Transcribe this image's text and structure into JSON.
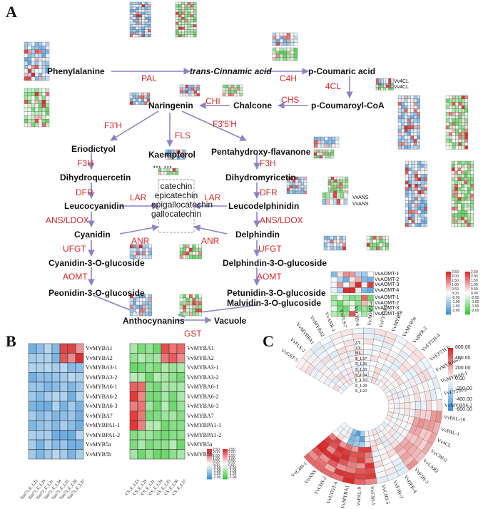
{
  "panels": {
    "a": "A",
    "b": "B",
    "c": "C"
  },
  "metabolites": {
    "phenylalanine": "Phenylalanine",
    "cinnamic": "trans-Cinnamic acid",
    "coumaric": "p-Coumaric acid",
    "coumaroyl": "p-Coumaroyl-CoA",
    "naringenin": "Naringenin",
    "chalcone": "Chalcone",
    "eriodictyol": "Eriodictyol",
    "kaempferol": "Kaempferol",
    "pentahydroxy": "Pentahydroxy-flavanone",
    "dihydroquercetin": "Dihydroquercetin",
    "dihydromyricetin": "Dihydromyricetin",
    "leucocyanidin": "Leucocyanidin",
    "leucodelphinidin": "Leucodelphinidin",
    "cyanidin": "Cyanidin",
    "delphindin": "Delphindin",
    "cy3g": "Cyanidin-3-O-glucoside",
    "dp3g": "Delphindin-3-O-glucoside",
    "pn3g": "Peonidin-3-O-glucoside",
    "pt3g": "Petunidin-3-O-glucoside",
    "mv3g": "Malvidin-3-O-glucoside",
    "anthocyanins": "Anthocynanins",
    "vacuole": "Vacuole",
    "dots": "… …"
  },
  "catechins": [
    "catechin",
    "epicatechin",
    "epigallocatechin",
    "gallocatechin"
  ],
  "enzymes": {
    "pal": "PAL",
    "c4h": "C4H",
    "cl4": "4CL",
    "chs": "CHS",
    "chi": "CHI",
    "f3h_left": "F3'H",
    "fls": "FLS",
    "f35h": "F3'5'H",
    "f3h_a": "F3H",
    "f3h_b": "F3H",
    "dfr_a": "DFR",
    "dfr_b": "DFR",
    "lar_a": "LAR",
    "lar_b": "LAR",
    "ans_a": "ANS/LDOX",
    "ans_b": "ANS/LDOX",
    "anr_a": "ANR",
    "anr_b": "ANR",
    "ufgt_a": "UFGT",
    "ufgt_b": "UFGT",
    "aomt_a": "AOMT",
    "aomt_b": "AOMT",
    "gst": "GST"
  },
  "genes": {
    "ans": [
      "VvANS",
      "VvANS"
    ],
    "aomt": [
      "VvAOMT-1",
      "VvAOMT-2",
      "VvAOMT-3",
      "VvAOMT-4",
      "VvAOMT-1",
      "VvAOMT-2",
      "VvAOMT-3",
      "VvAOMT-4"
    ],
    "cl4": [
      "Vv4CL",
      "Vv4CL"
    ]
  },
  "legend_a": [
    "2.50",
    "2.00",
    "1.50",
    "1.00",
    "0.50",
    "0.00",
    "-0.50",
    "-1.00",
    "-1.50",
    "-2.00"
  ],
  "heatmap_b": {
    "genes": [
      "VvMYBA1",
      "VvMYBA2",
      "VvMYBA3-1",
      "VvMYBA3-2",
      "VvMYBA6-1",
      "VvMYBA6-2",
      "VvMYBA6-3",
      "VvMYBA7",
      "VvMYBPA1-1",
      "VvMYBPA1-2",
      "VvMYB5a",
      "VvMYB5b"
    ],
    "cols_left": [
      "Yan73_E_L23",
      "Yan73_E_L29",
      "Yan73_E_L31",
      "Yan73_E_L34",
      "Yan73_E_L35",
      "Yan73_E_L36",
      "Yan73_E_L37"
    ],
    "cols_right": [
      "CS_E_L23",
      "CS_E_L29",
      "CS_E_L31",
      "CS_E_L34",
      "CS_E_L35",
      "CS_E_L36",
      "CS_E_L37"
    ],
    "legend": [
      "2.50",
      "2.00",
      "1.50",
      "1.00",
      "0.50",
      "0.00",
      "-0.50",
      "-1.00",
      "-1.50",
      "-2.00"
    ]
  },
  "heatmap_c": {
    "ring_labels": [
      "ZY",
      "ZX",
      "HL",
      "E_L37",
      "E_L36",
      "E_L35",
      "E_L34",
      "E_L31",
      "E_L29",
      "E_L23"
    ],
    "genes": [
      "VvGST-5",
      "VvFLS-2",
      "VvMYBPA1",
      "VvMYBA2",
      "VvANR-1",
      "VvFLS-7",
      "VvCHS-4",
      "VvAOMT-4",
      "VvF3'5'H-3",
      "VvMYB5b",
      "VvMYB5a",
      "VvDFR-2",
      "VvF3'5'H-4",
      "VvF3'5'H-6",
      "VvMYBA6-3",
      "VvMYBA6-1",
      "VvF3'5'H-2",
      "VvMYBA6-2",
      "VvPAL-10",
      "VvPAL-1",
      "Vv4CL",
      "VvCHI-2",
      "VvLAR2",
      "VvF3H-3",
      "VvDFR-4",
      "VvF3H-3",
      "VvCHS-5",
      "VvF3H-1",
      "VvPAL-9",
      "VvMYBA1",
      "VvUFGT-4",
      "VvCHS-2",
      "VvANS",
      "VvC4H-1"
    ],
    "legend": [
      "600.00",
      "400.00",
      "200.00",
      "0.00",
      "-200.00",
      "-400.00",
      "-600.00"
    ]
  },
  "colors": {
    "red": "#d42a2a",
    "blue": "#3d8fd8",
    "green": "#37c837",
    "arrow": "#8a84c4"
  }
}
